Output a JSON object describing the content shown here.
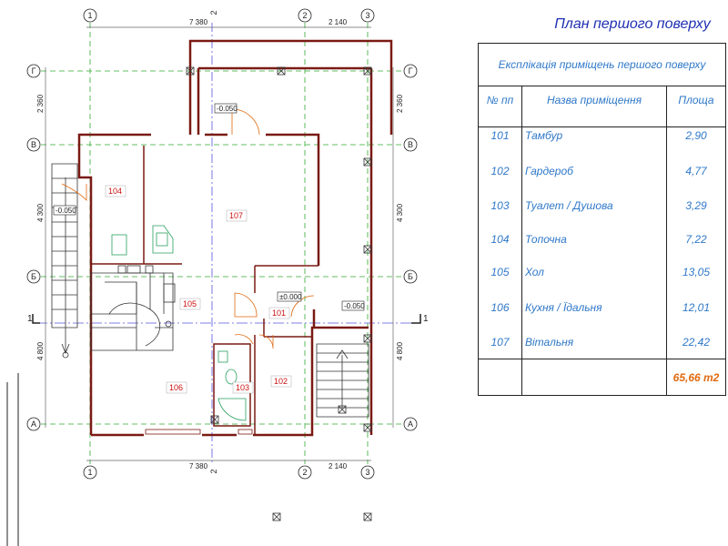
{
  "title": "План першого поверху",
  "table": {
    "caption": "Експлікація приміщень першого поверху",
    "headers": [
      "№ пп",
      "Назва приміщення",
      "Площа"
    ],
    "rows": [
      {
        "no": "101",
        "name": "Тамбур",
        "area": "2,90"
      },
      {
        "no": "102",
        "name": "Гардероб",
        "area": "4,77"
      },
      {
        "no": "103",
        "name": "Туалет / Душова",
        "area": "3,29"
      },
      {
        "no": "104",
        "name": "Топочна",
        "area": "7,22"
      },
      {
        "no": "105",
        "name": "Хол",
        "area": "13,05"
      },
      {
        "no": "106",
        "name": "Кухня / Їдальня",
        "area": "12,01"
      },
      {
        "no": "107",
        "name": "Вітальня",
        "area": "22,42"
      }
    ],
    "total": "65,66 m2"
  },
  "plan": {
    "axes_columns": [
      "1",
      "2",
      "3"
    ],
    "axes_rows": [
      "Г",
      "В",
      "Б",
      "A"
    ],
    "section_mark": "1",
    "dims_horizontal": [
      "7 380",
      "2 140"
    ],
    "dims_vertical": [
      "2 360",
      "4 300",
      "4 800"
    ],
    "levels": [
      "-0.050",
      "-0.050",
      "±0.000",
      "-0.050"
    ],
    "rooms": [
      "101",
      "102",
      "103",
      "104",
      "105",
      "106",
      "107"
    ]
  }
}
